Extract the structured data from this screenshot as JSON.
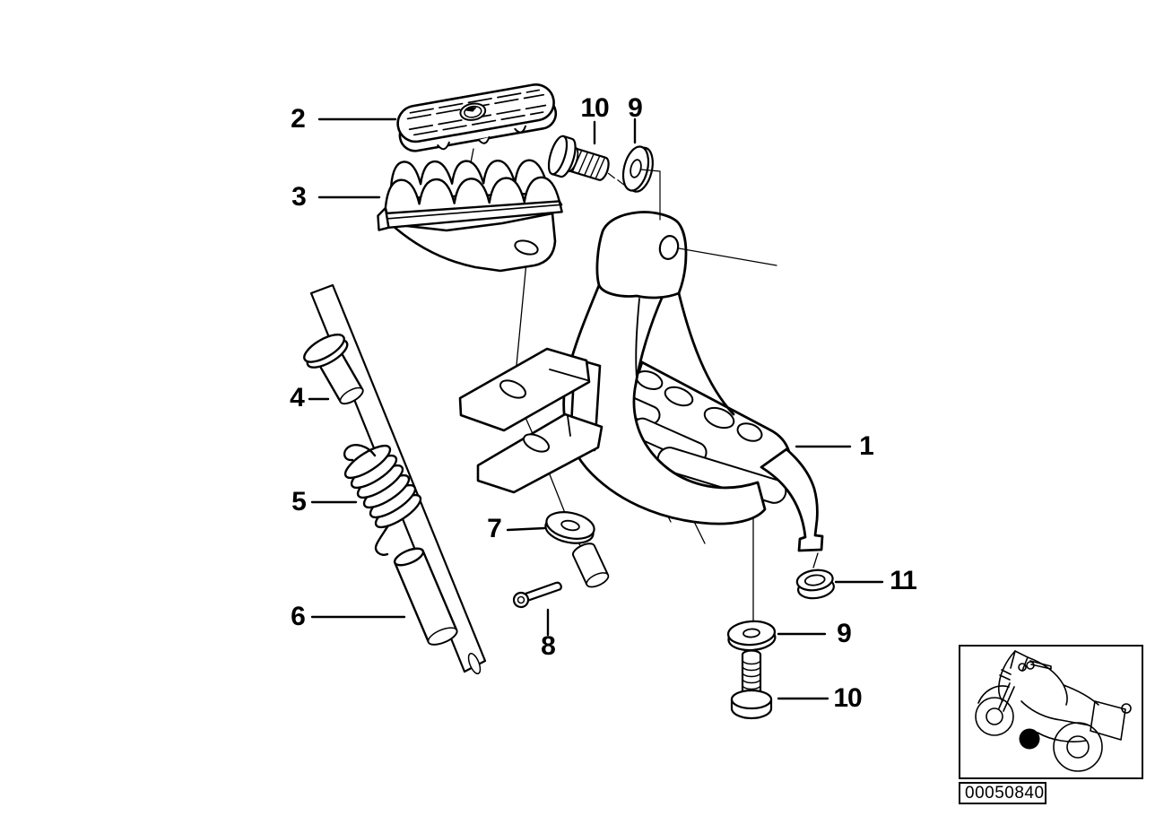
{
  "diagram": {
    "background_color": "#ffffff",
    "line_color": "#000000",
    "callouts": [
      {
        "part": "2"
      },
      {
        "part": "3"
      },
      {
        "part": "10"
      },
      {
        "part": "9"
      },
      {
        "part": "4"
      },
      {
        "part": "5"
      },
      {
        "part": "6"
      },
      {
        "part": "7"
      },
      {
        "part": "8"
      },
      {
        "part": "1"
      },
      {
        "part": "11"
      },
      {
        "part": "9"
      },
      {
        "part": "10"
      }
    ],
    "id_plate": {
      "text": "00050840"
    },
    "thumbnail": {
      "icon": "motorcycle-icon",
      "marker_icon": "location-dot-icon"
    }
  }
}
